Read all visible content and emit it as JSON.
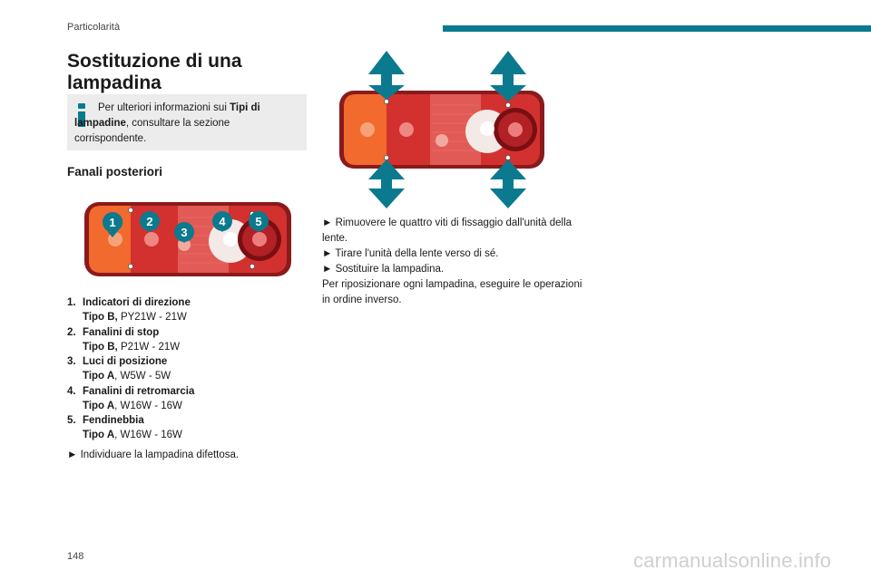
{
  "header": {
    "section": "Particolarità"
  },
  "title": "Sostituzione di una lampadina",
  "info_box": {
    "pre": "Per ulteriori informazioni sui ",
    "bold": "Tipi di lampadine",
    "post": ", consultare la sezione corrispondente."
  },
  "subtitle": "Fanali posteriori",
  "markers": [
    "1",
    "2",
    "3",
    "4",
    "5"
  ],
  "legend": [
    {
      "num": "1.",
      "name": "Indicatori di direzione",
      "type": "Tipo B,",
      "bulb": " PY21W - 21W"
    },
    {
      "num": "2.",
      "name": "Fanalini di stop",
      "type": "Tipo B,",
      "bulb": " P21W - 21W"
    },
    {
      "num": "3.",
      "name": "Luci di posizione",
      "type": "Tipo A",
      "bulb": ", W5W - 5W"
    },
    {
      "num": "4.",
      "name": "Fanalini di retromarcia",
      "type": "Tipo A",
      "bulb": ", W16W - 16W"
    },
    {
      "num": "5.",
      "name": "Fendinebbia",
      "type": "Tipo A",
      "bulb": ", W16W - 16W"
    }
  ],
  "step_left": "► Individuare la lampadina difettosa.",
  "instructions": [
    "► Rimuovere le quattro viti di fissaggio dall'unità della lente.",
    "► Tirare l'unità della lente verso di sé.",
    "► Sostituire la lampadina.",
    "Per riposizionare ogni lampadina, eseguire le operazioni in ordine inverso."
  ],
  "page_number": "148",
  "watermark": "carmanualsonline.info",
  "colors": {
    "accent": "#0b7a8e",
    "lamp_red": "#c8252b",
    "lamp_orange": "#f26a2e"
  }
}
